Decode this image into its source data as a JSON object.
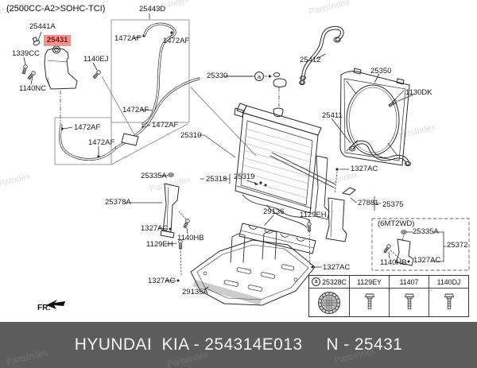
{
  "title": "(2500CC-A2>SOHC-TCI)",
  "watermark": "PartsIndex",
  "marker_a": "a",
  "fr_label": "FR.",
  "highlight": {
    "bg": "#f2948e",
    "fg": "#7d150d"
  },
  "labels": [
    {
      "id": "25441A",
      "text": "25441A"
    },
    {
      "id": "25431",
      "text": "25431",
      "highlighted": true
    },
    {
      "id": "1339CC",
      "text": "1339CC"
    },
    {
      "id": "1140NC",
      "text": "1140NC"
    },
    {
      "id": "1140EJ",
      "text": "1140EJ"
    },
    {
      "id": "1472AF-1",
      "text": "1472AF"
    },
    {
      "id": "25443D",
      "text": "25443D"
    },
    {
      "id": "1472AF-2",
      "text": "1472AF"
    },
    {
      "id": "1472AF-3",
      "text": "1472AF"
    },
    {
      "id": "1472AF-4",
      "text": "1472AF"
    },
    {
      "id": "1472AF-5",
      "text": "1472AF"
    },
    {
      "id": "1472AF-6",
      "text": "1472AF"
    },
    {
      "id": "25330",
      "text": "25330"
    },
    {
      "id": "25310",
      "text": "25310"
    },
    {
      "id": "25412",
      "text": "25412"
    },
    {
      "id": "25350",
      "text": "25350"
    },
    {
      "id": "1130DK",
      "text": "1130DK"
    },
    {
      "id": "25411",
      "text": "25411"
    },
    {
      "id": "1327AC-1",
      "text": "1327AC"
    },
    {
      "id": "25318",
      "text": "25318"
    },
    {
      "id": "25319",
      "text": "25319"
    },
    {
      "id": "25335A-1",
      "text": "25335A"
    },
    {
      "id": "25378A",
      "text": "25378A"
    },
    {
      "id": "1327AC-2",
      "text": "1327AC"
    },
    {
      "id": "1140HB-1",
      "text": "1140HB"
    },
    {
      "id": "1129EH-1",
      "text": "1129EH"
    },
    {
      "id": "1327AC-3",
      "text": "1327AC"
    },
    {
      "id": "29135A",
      "text": "29135A"
    },
    {
      "id": "29136",
      "text": "29136"
    },
    {
      "id": "1129EH-2",
      "text": "1129EH"
    },
    {
      "id": "27881",
      "text": "27881"
    },
    {
      "id": "25375",
      "text": "25375"
    },
    {
      "id": "1327AC-4",
      "text": "1327AC"
    },
    {
      "id": "6MT2WD",
      "text": "(6MT2WD)"
    },
    {
      "id": "25335A-2",
      "text": "25335A"
    },
    {
      "id": "25372",
      "text": "25372"
    },
    {
      "id": "1140HB-2",
      "text": "1140HB"
    },
    {
      "id": "1327AC-5",
      "text": "1327AC"
    }
  ],
  "table": {
    "columns": [
      {
        "header": "25328C",
        "marker": "a",
        "icon": "radiator-cap"
      },
      {
        "header": "1129EY",
        "icon": "bolt"
      },
      {
        "header": "11407",
        "icon": "bolt"
      },
      {
        "header": "1140DJ",
        "icon": "bolt"
      }
    ]
  },
  "footer": {
    "left": "HYUNDAI  KIA - 254314E013",
    "right": "N - 25431",
    "bg": "#5d5d5d"
  }
}
